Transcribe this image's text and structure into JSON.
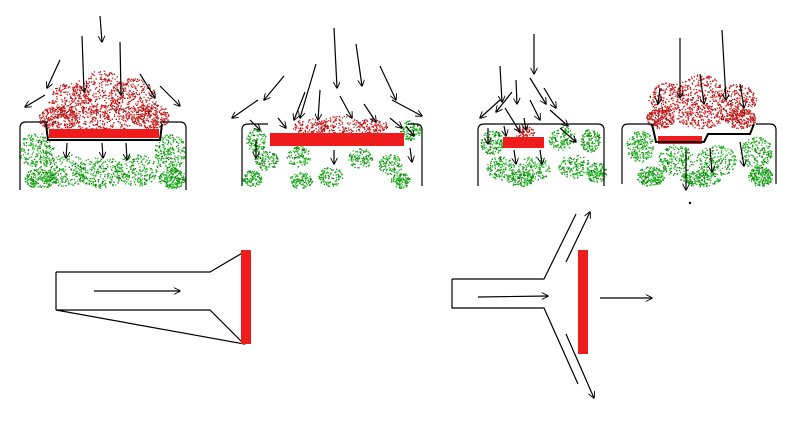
{
  "colors": {
    "background": "#ffffff",
    "outline": "#000000",
    "bar": "#ee1c1c",
    "particles_top": "#d21e1e",
    "particles_bottom": "#21b521"
  },
  "diagram": {
    "panels": [
      {
        "id": "panel-1",
        "description_icon": "container-with-wide-bar"
      },
      {
        "id": "panel-2",
        "description_icon": "container-with-bar"
      },
      {
        "id": "panel-3",
        "description_icon": "container-with-small-bar"
      },
      {
        "id": "panel-4",
        "description_icon": "container-with-recessed-bar"
      }
    ],
    "nozzles": [
      {
        "id": "nozzle-left",
        "description_icon": "funnel-to-plate"
      },
      {
        "id": "nozzle-right",
        "description_icon": "split-flow-around-plate"
      }
    ]
  }
}
